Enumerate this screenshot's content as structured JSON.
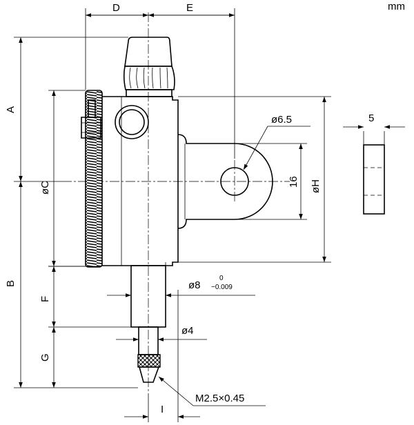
{
  "drawing": {
    "unit": "mm",
    "labels": {
      "A": "A",
      "B": "B",
      "C": "øC",
      "D": "D",
      "E": "E",
      "F": "F",
      "G": "G",
      "H": "øH",
      "I": "I"
    },
    "dimensions": {
      "lug_hole": "ø6.5",
      "lug_height": "16",
      "stem_diameter": "ø8",
      "stem_tol_upper": "0",
      "stem_tol_lower": "−0.009",
      "spindle_diameter": "ø4",
      "thread": "M2.5×0.45",
      "lug_thickness": "5"
    }
  }
}
